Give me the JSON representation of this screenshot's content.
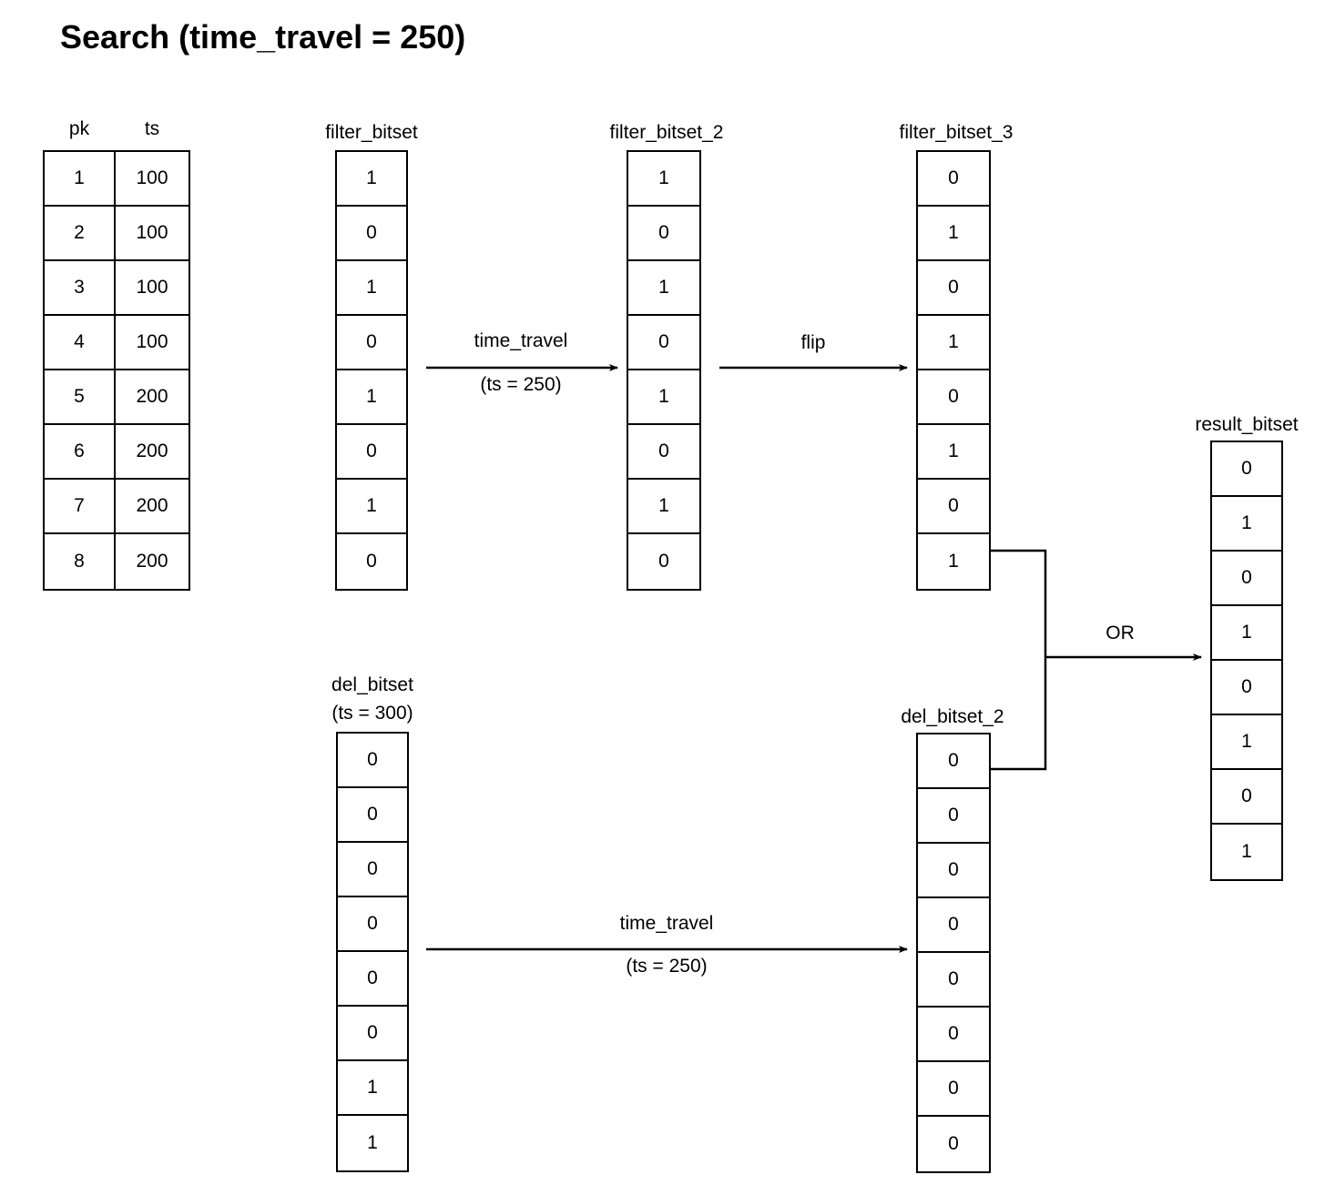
{
  "title": "Search (time_travel = 250)",
  "table": {
    "name": "rows-table",
    "headers": [
      "pk",
      "ts"
    ],
    "rows": [
      [
        "1",
        "100"
      ],
      [
        "2",
        "100"
      ],
      [
        "3",
        "100"
      ],
      [
        "4",
        "100"
      ],
      [
        "5",
        "200"
      ],
      [
        "6",
        "200"
      ],
      [
        "7",
        "200"
      ],
      [
        "8",
        "200"
      ]
    ]
  },
  "bitsets": {
    "filter_bitset": {
      "label": "filter_bitset",
      "bits": [
        "1",
        "0",
        "1",
        "0",
        "1",
        "0",
        "1",
        "0"
      ]
    },
    "filter_bitset_2": {
      "label": "filter_bitset_2",
      "bits": [
        "1",
        "0",
        "1",
        "0",
        "1",
        "0",
        "1",
        "0"
      ]
    },
    "filter_bitset_3": {
      "label": "filter_bitset_3",
      "bits": [
        "0",
        "1",
        "0",
        "1",
        "0",
        "1",
        "0",
        "1"
      ]
    },
    "del_bitset": {
      "label": "del_bitset",
      "sublabel": "(ts = 300)",
      "bits": [
        "0",
        "0",
        "0",
        "0",
        "0",
        "0",
        "1",
        "1"
      ]
    },
    "del_bitset_2": {
      "label": "del_bitset_2",
      "bits": [
        "0",
        "0",
        "0",
        "0",
        "0",
        "0",
        "0",
        "0"
      ]
    },
    "result_bitset": {
      "label": "result_bitset",
      "bits": [
        "0",
        "1",
        "0",
        "1",
        "0",
        "1",
        "0",
        "1"
      ]
    }
  },
  "arrows": {
    "time_travel_top": {
      "top": "time_travel",
      "bottom": "(ts = 250)"
    },
    "flip": {
      "top": "flip"
    },
    "time_travel_bottom": {
      "top": "time_travel",
      "bottom": "(ts = 250)"
    },
    "or": {
      "top": "OR"
    }
  },
  "colors": {
    "stroke": "#000000",
    "background": "#ffffff",
    "text": "#000000"
  }
}
